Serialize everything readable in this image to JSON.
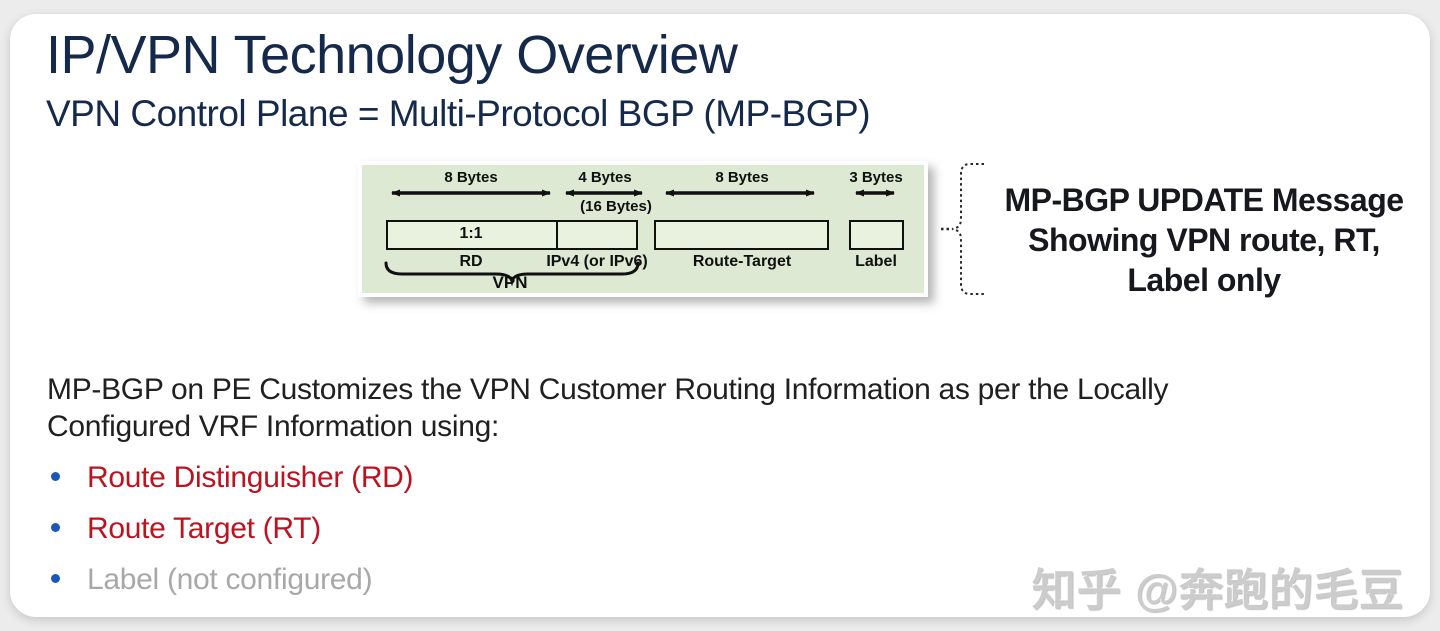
{
  "slide": {
    "title": "IP/VPN Technology Overview",
    "subtitle": "VPN Control Plane = Multi-Protocol BGP (MP-BGP)"
  },
  "diagram": {
    "fields": [
      {
        "bytes": "8 Bytes",
        "label": "RD",
        "value": "1:1"
      },
      {
        "bytes": "4 Bytes",
        "label": "IPv4 (or IPv6)",
        "value": ""
      },
      {
        "bytes": "8 Bytes",
        "label": "Route-Target",
        "value": ""
      },
      {
        "bytes": "3 Bytes",
        "label": "Label",
        "value": ""
      }
    ],
    "sixteen_bytes_note": "(16 Bytes)",
    "vpn_brace_label": "VPN"
  },
  "update_note": {
    "lines": [
      "MP-BGP UPDATE Message",
      "Showing VPN route, RT,",
      "Label only"
    ]
  },
  "body": {
    "lines": [
      "MP-BGP on PE Customizes the VPN Customer Routing Information as per the Locally",
      "Configured VRF Information using:"
    ],
    "bullets": [
      {
        "text": "Route Distinguisher (RD)",
        "state": "configured"
      },
      {
        "text": "Route Target (RT)",
        "state": "configured"
      },
      {
        "text": "Label (not configured)",
        "state": "not-configured"
      }
    ]
  },
  "watermark": "知乎 @奔跑的毛豆",
  "colors": {
    "navy": "#15294b",
    "red": "#bb1420",
    "gray": "#a8a8a8",
    "dot-blue": "#1a57b8",
    "panel-green": "#dde9d2",
    "box-green": "#e9f2df",
    "body-ink": "#202020",
    "note-ink": "#17181d",
    "wm-gray": "#cccccc"
  }
}
